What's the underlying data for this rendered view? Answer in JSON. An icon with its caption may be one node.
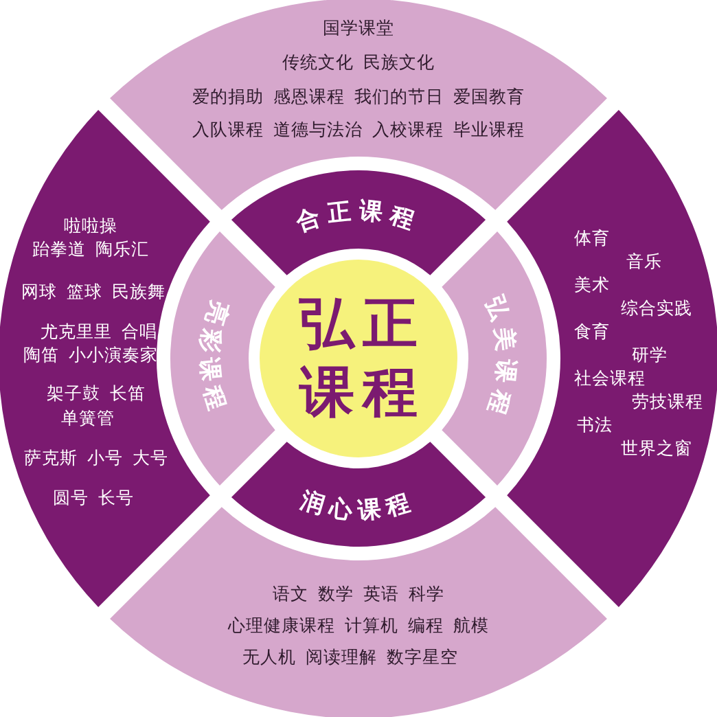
{
  "diagram": {
    "nodes": [
      {
        "text": [
          "国学课堂",
          "传统文化",
          "民族文化",
          "爱的捐助",
          "感恩课程",
          "我们的节日",
          "爱国教育",
          "入队课程",
          "道德与法治",
          "入校课程",
          "毕业课程"
        ]
      },
      {
        "text": [
          "啦啦操",
          "跆拳道",
          "陶乐汇",
          "网球",
          "篮球",
          "民族舞",
          "尤克里里",
          "合唱",
          "陶笛",
          "小小演奏家",
          "架子鼓",
          "长笛",
          "单簧管",
          "萨克斯",
          "小号",
          "大号",
          "圆号",
          "长号"
        ]
      },
      {
        "text": [
          "体育",
          "音乐",
          "美术",
          "综合实践",
          "食育",
          "研学",
          "社会课程",
          "劳技课程",
          "书法",
          "世界之窗"
        ]
      },
      {
        "text": [
          "合正课程"
        ]
      },
      {
        "text": [
          "亮彩课程"
        ]
      },
      {
        "text": [
          "弘正课程"
        ]
      },
      {
        "text": [
          "弘美课程"
        ]
      },
      {
        "text": [
          "润心课程"
        ]
      },
      {
        "text": [
          "语文",
          "数学",
          "英语",
          "科学",
          "心理健康课程",
          "计算机",
          "编程",
          "航模",
          "无人机",
          "阅读理解",
          "数字星空"
        ]
      }
    ]
  }
}
